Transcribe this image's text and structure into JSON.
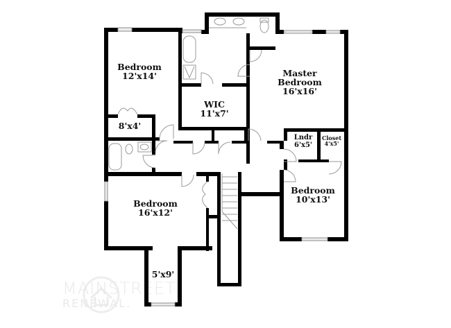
{
  "floorplan": {
    "rooms": [
      {
        "id": "bedroom-nw",
        "name": "Bedroom",
        "size": "12'x14'"
      },
      {
        "id": "master-bedroom",
        "name_line1": "Master",
        "name_line2": "Bedroom",
        "size": "16'x16'"
      },
      {
        "id": "wic",
        "name": "WIC",
        "size": "11'x7'"
      },
      {
        "id": "closet-8x4",
        "size": "8'x4'"
      },
      {
        "id": "laundry",
        "name": "Lndr",
        "size": "6'x5'"
      },
      {
        "id": "closet-4x5",
        "name": "Closet",
        "size": "4'x5'"
      },
      {
        "id": "bedroom-sw",
        "name": "Bedroom",
        "size": "16'x12'"
      },
      {
        "id": "bedroom-se",
        "name": "Bedroom",
        "size": "10'x13'"
      },
      {
        "id": "nook",
        "size": "5'x9'"
      }
    ]
  },
  "watermark": {
    "line1": "MAINSTREET",
    "line2": "RENEWAL."
  },
  "colors": {
    "wall": "#000000",
    "fixture_line": "#9a9a9a",
    "window_fill": "#ececec",
    "watermark": "#e9e9e9"
  }
}
